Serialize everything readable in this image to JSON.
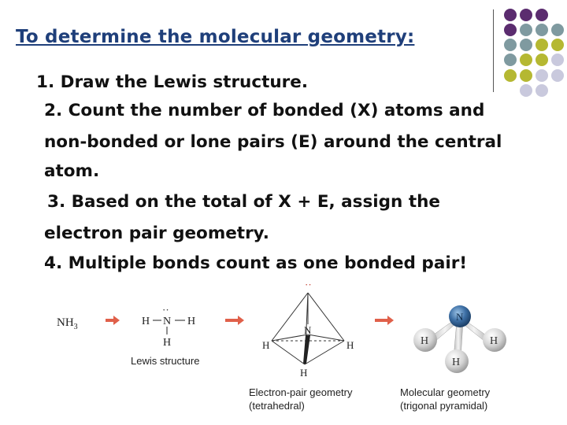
{
  "title": "To determine the molecular geometry:",
  "steps": [
    "1. Draw the Lewis structure.",
    "2. Count the number of bonded (X) atoms and",
    "non-bonded or lone pairs (E) around the central",
    "atom.",
    "3. Based on the total of X + E, assign the",
    "electron pair geometry.",
    "4. Multiple bonds count as one bonded pair!"
  ],
  "figure": {
    "formula_main": "NH",
    "formula_sub": "3",
    "lewis_caption": "Lewis structure",
    "electron_caption_line1": "Electron-pair geometry",
    "electron_caption_line2": "(tetrahedral)",
    "molecular_caption_line1": "Molecular geometry",
    "molecular_caption_line2": "(trigonal pyramidal)",
    "atom_n": "N",
    "atom_h": "H",
    "lone_pair": "··"
  },
  "colors": {
    "title": "#1f3f7a",
    "arrow": "#e0604a",
    "dot_purple": "#5b2c6f",
    "dot_teal": "#7f9aa0",
    "dot_olive": "#b5b832",
    "dot_lavender": "#c9c9dd",
    "nitrogen": "#3d6fa5",
    "hydrogen": "#cfcfcf"
  }
}
